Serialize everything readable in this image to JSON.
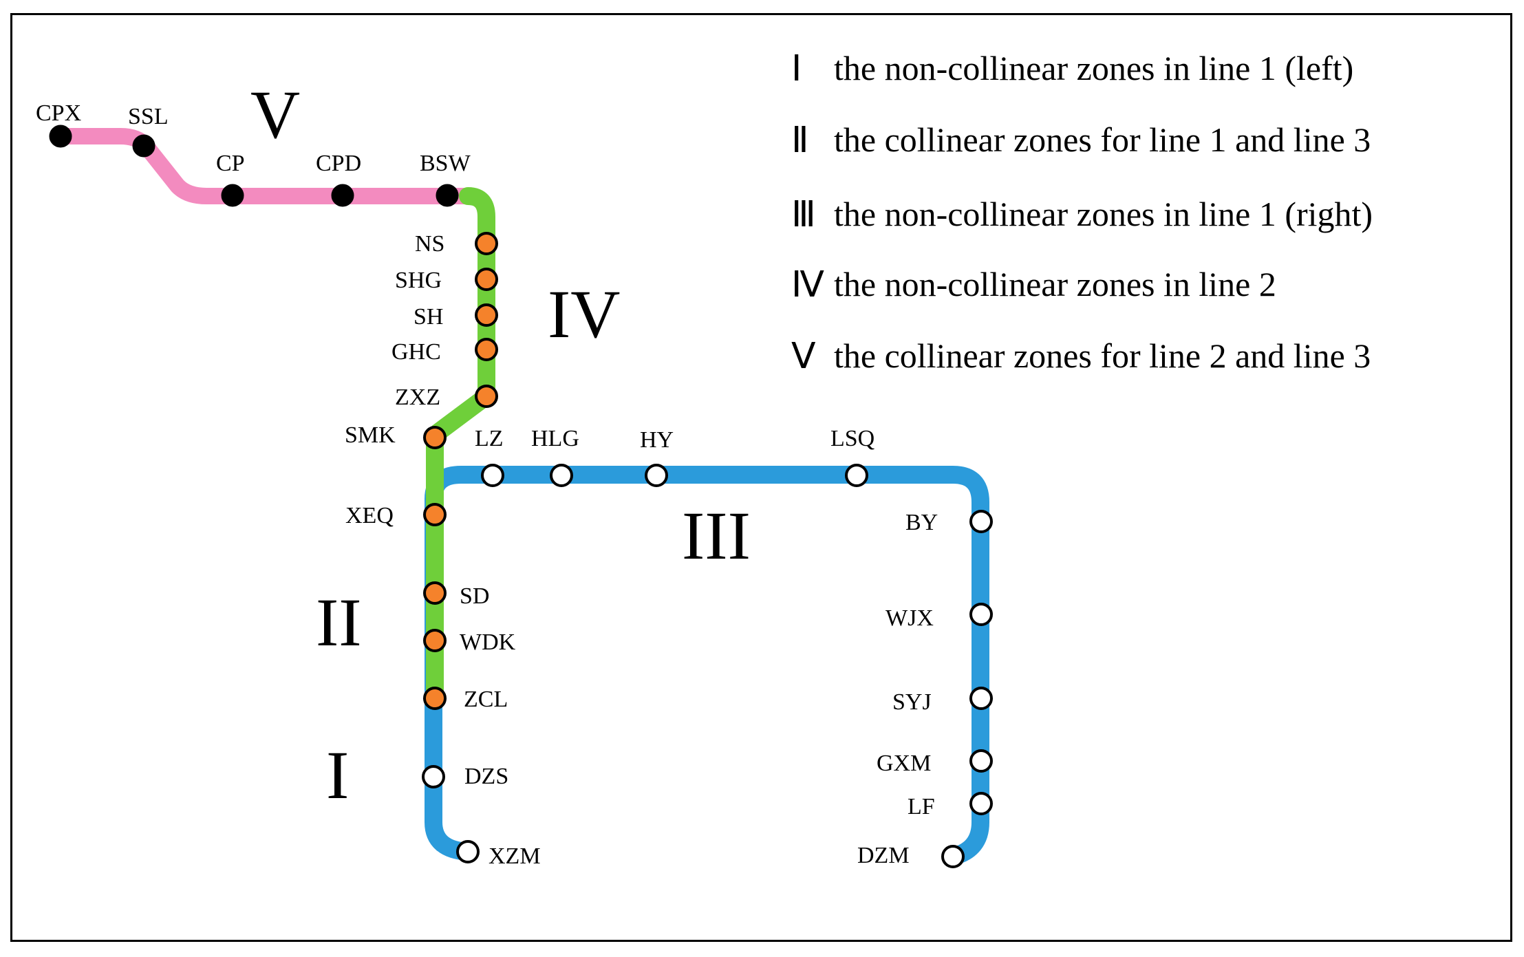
{
  "colors": {
    "line_pink": "#f38bbf",
    "line_green": "#6fcf3a",
    "line_blue": "#2b9bdb",
    "stop_black": "#000000",
    "stop_orange": "#f5822b",
    "stop_white": "#ffffff"
  },
  "zones": {
    "I": "I",
    "II": "II",
    "III": "III",
    "IV": "IV",
    "V": "V"
  },
  "legend": [
    {
      "num": "Ⅰ",
      "text": "the non-collinear zones in line 1 (left)"
    },
    {
      "num": "Ⅱ",
      "text": "the collinear zones for line 1 and line 3"
    },
    {
      "num": "Ⅲ",
      "text": "the non-collinear zones in line 1 (right)"
    },
    {
      "num": "Ⅳ",
      "text": "the non-collinear zones in line 2"
    },
    {
      "num": "Ⅴ",
      "text": "the collinear zones for line 2 and line 3"
    }
  ],
  "stations": {
    "pink": [
      "CPX",
      "SSL",
      "CP",
      "CPD",
      "BSW"
    ],
    "green": [
      "NS",
      "SHG",
      "SH",
      "GHC",
      "ZXZ",
      "SMK",
      "XEQ",
      "SD",
      "WDK",
      "ZCL"
    ],
    "blue": [
      "DZS",
      "XZM",
      "LZ",
      "HLG",
      "HY",
      "LSQ",
      "BY",
      "WJX",
      "SYJ",
      "GXM",
      "LF",
      "DZM"
    ]
  }
}
